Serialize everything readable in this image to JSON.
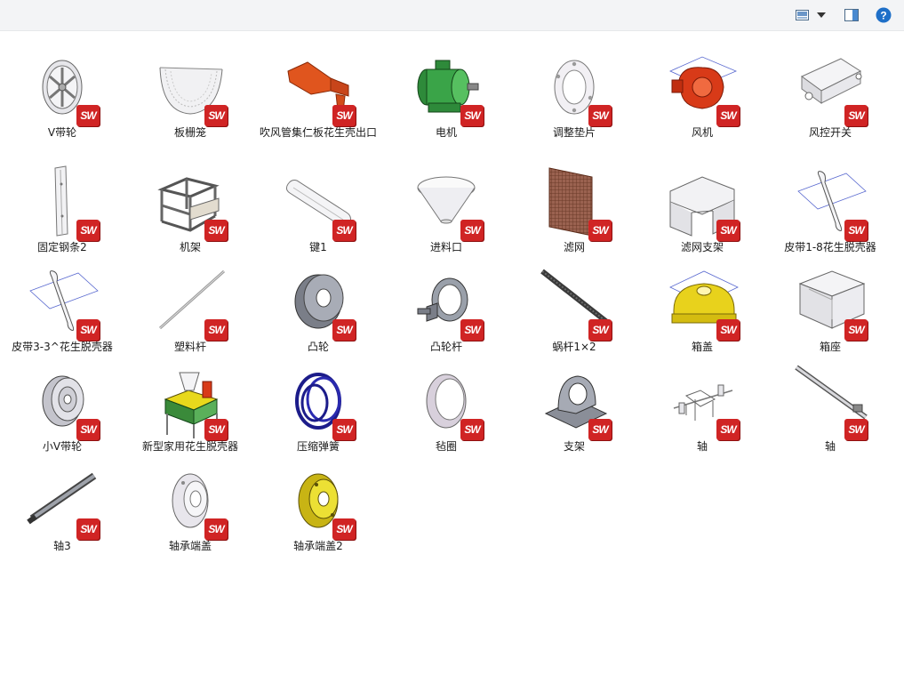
{
  "files": [
    {
      "name": "V带轮",
      "icon": "v-pulley-icon"
    },
    {
      "name": "板栅笼",
      "icon": "grate-cage-icon"
    },
    {
      "name": "吹风管集仁板花生壳出口",
      "icon": "blower-duct-icon"
    },
    {
      "name": "电机",
      "icon": "motor-icon"
    },
    {
      "name": "调整垫片",
      "icon": "shim-icon"
    },
    {
      "name": "风机",
      "icon": "fan-icon"
    },
    {
      "name": "风控开关",
      "icon": "air-switch-icon"
    },
    {
      "name": "固定钢条2",
      "icon": "steel-bar-icon"
    },
    {
      "name": "机架",
      "icon": "frame-icon"
    },
    {
      "name": "键1",
      "icon": "key-icon"
    },
    {
      "name": "进料口",
      "icon": "hopper-icon"
    },
    {
      "name": "滤网",
      "icon": "filter-mesh-icon"
    },
    {
      "name": "滤网支架",
      "icon": "mesh-bracket-icon"
    },
    {
      "name": "皮带1-8花生脱壳器",
      "icon": "belt-icon"
    },
    {
      "name": "皮带3-3^花生脱壳器",
      "icon": "belt-icon"
    },
    {
      "name": "塑料杆",
      "icon": "plastic-rod-icon"
    },
    {
      "name": "凸轮",
      "icon": "cam-icon"
    },
    {
      "name": "凸轮杆",
      "icon": "cam-rod-icon"
    },
    {
      "name": "蜗杆1×2",
      "icon": "worm-icon"
    },
    {
      "name": "箱盖",
      "icon": "box-cover-icon"
    },
    {
      "name": "箱座",
      "icon": "box-base-icon"
    },
    {
      "name": "小V带轮",
      "icon": "small-v-pulley-icon"
    },
    {
      "name": "新型家用花生脱壳器",
      "icon": "sheller-assembly-icon"
    },
    {
      "name": "压缩弹簧",
      "icon": "spring-icon"
    },
    {
      "name": "毡圈",
      "icon": "felt-ring-icon"
    },
    {
      "name": "支架",
      "icon": "bracket-icon"
    },
    {
      "name": "轴",
      "icon": "shaft-assembly-icon"
    },
    {
      "name": "轴",
      "icon": "shaft-icon"
    },
    {
      "name": "轴3",
      "icon": "shaft3-icon"
    },
    {
      "name": "轴承端盖",
      "icon": "bearing-cap-icon"
    },
    {
      "name": "轴承端盖2",
      "icon": "bearing-cap-yellow-icon"
    }
  ],
  "badge": {
    "text": "SW",
    "color": "#d02424"
  },
  "toolbar": {
    "view_icon": "view-mode-icon",
    "dropdown_icon": "chevron-down-icon",
    "pane_icon": "preview-pane-icon",
    "help_icon": "help-icon",
    "help_text": "?"
  }
}
